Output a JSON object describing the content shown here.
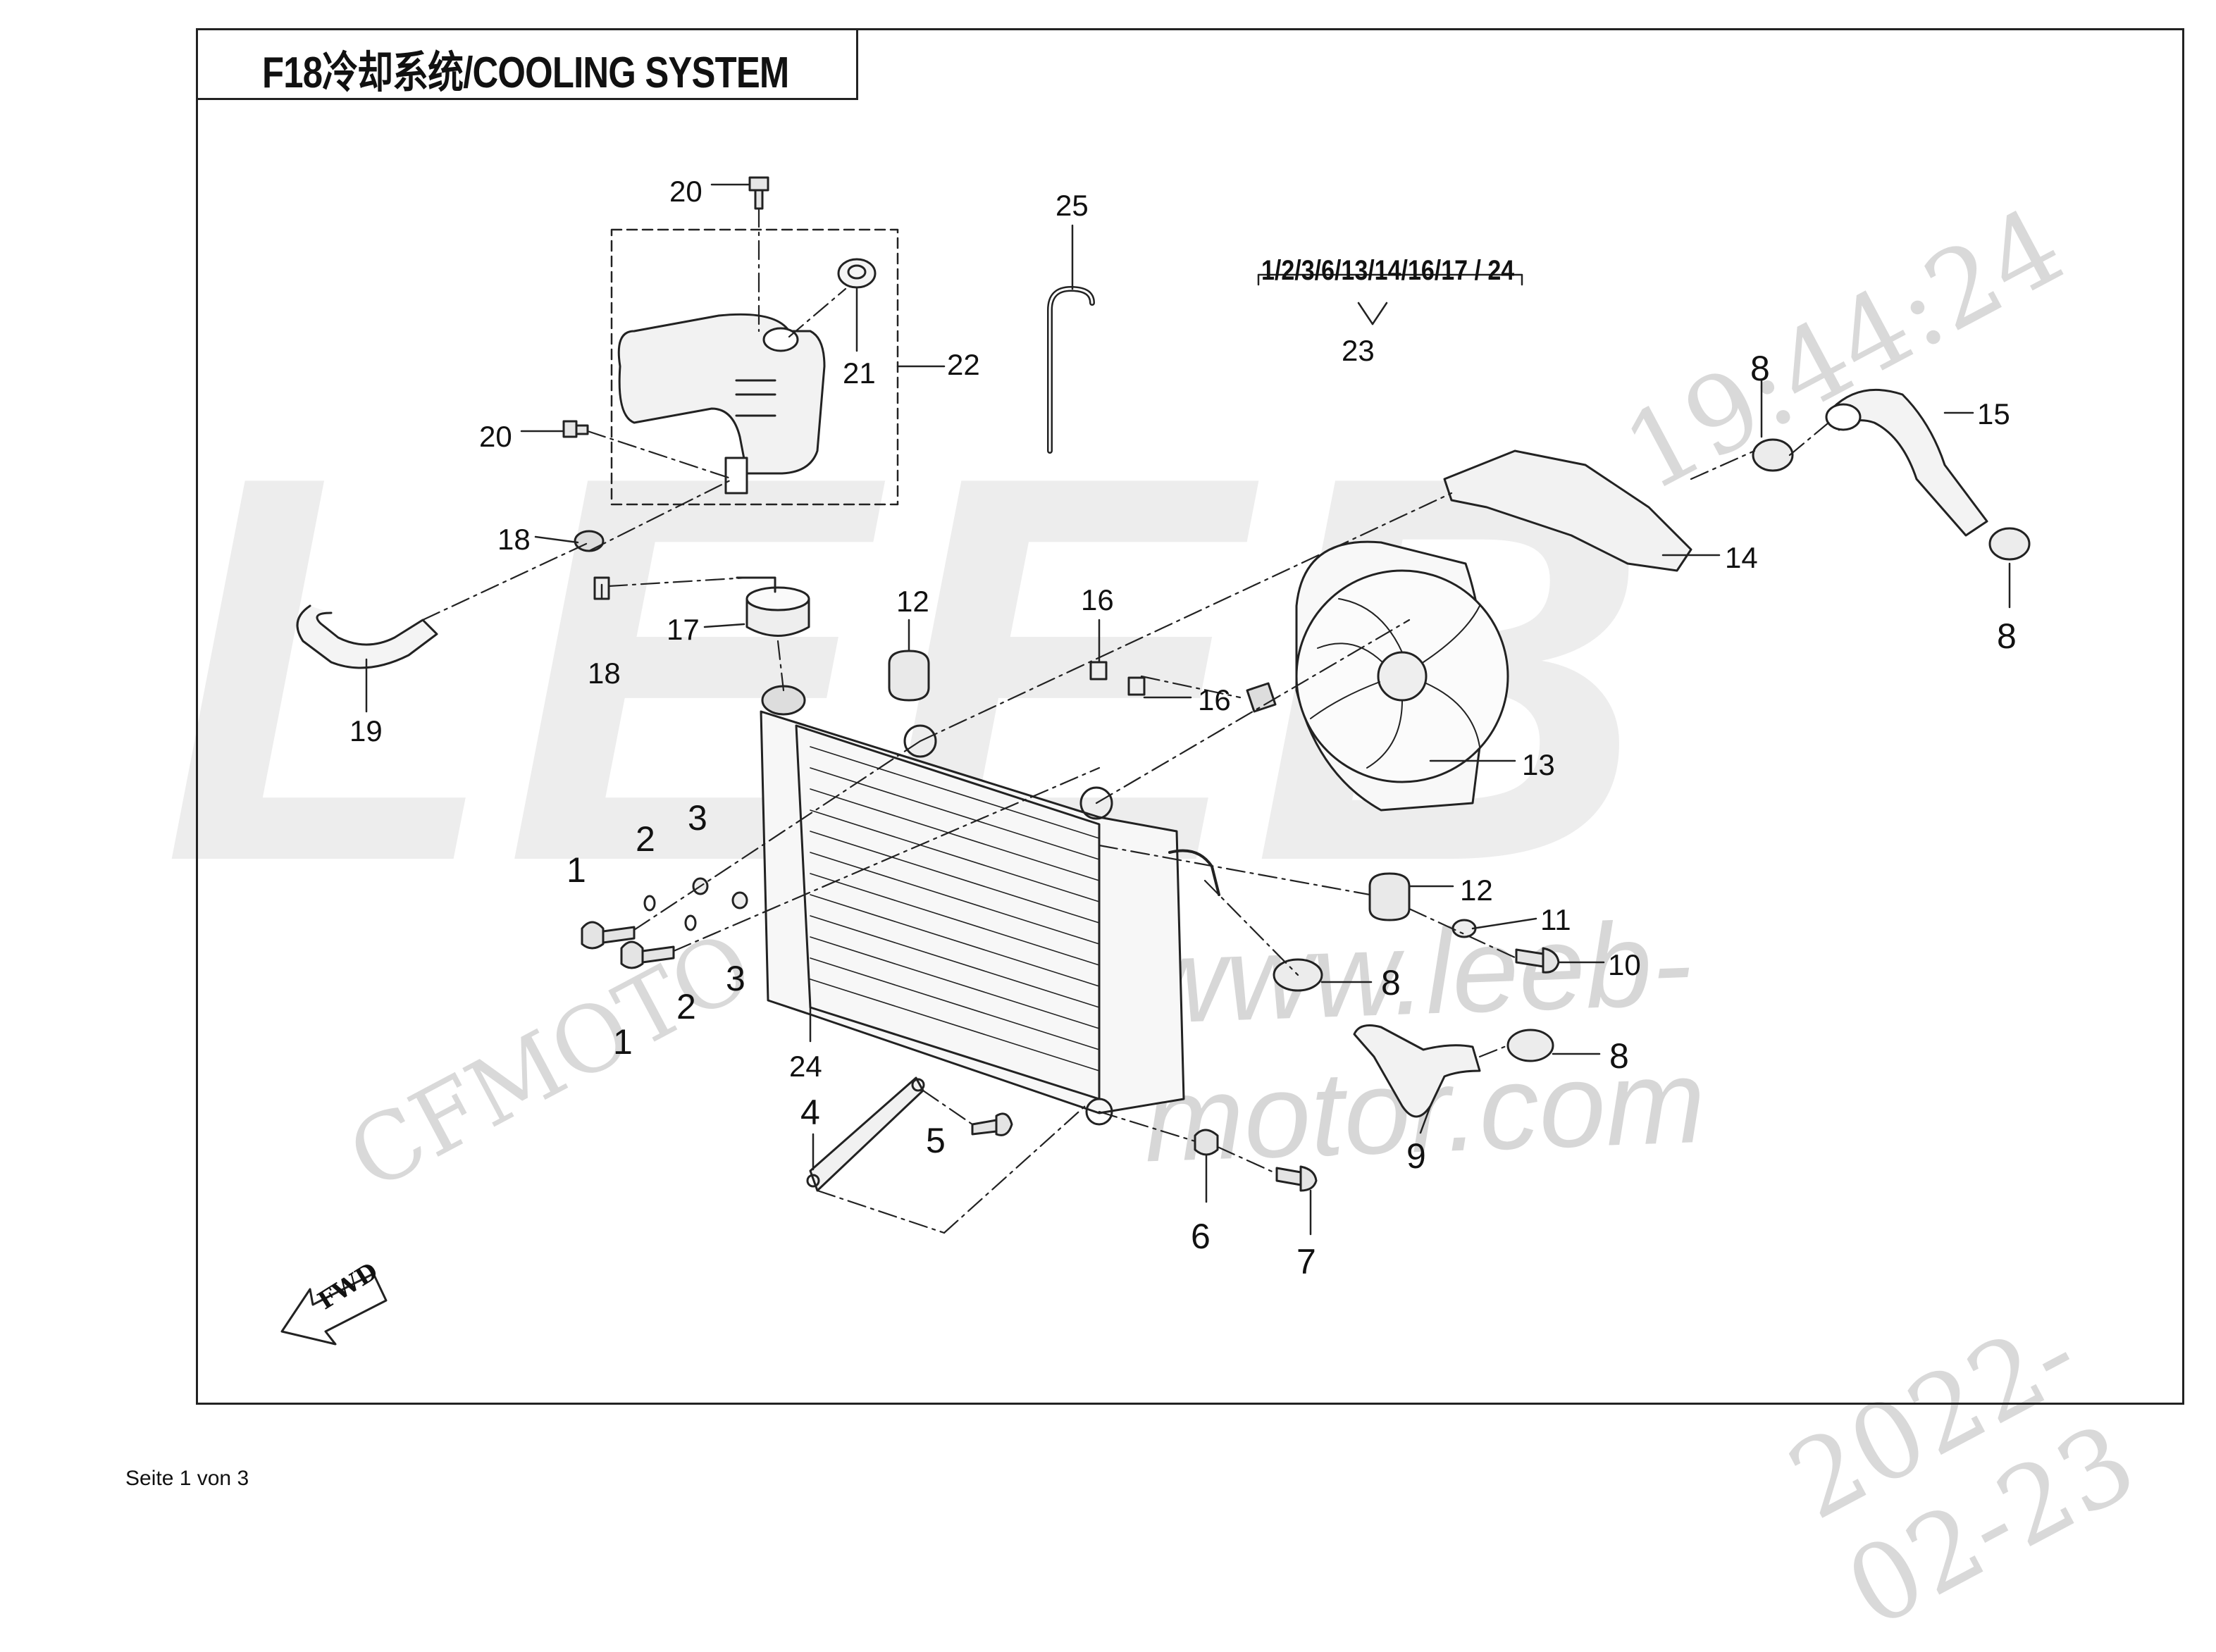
{
  "title": "F18冷却系统/COOLING SYSTEM",
  "footer": "Seite 1 von 3",
  "watermark": {
    "brand": "LEEB",
    "url": "www.leeb-motor.com",
    "stamp": "CFMOTO",
    "time": "19:44:24",
    "date": "2022-02-23"
  },
  "fwd_label": "FWD",
  "kit_label": "1/2/3/6/13/14/16/17 / 24",
  "callouts": [
    "1",
    "1",
    "2",
    "2",
    "3",
    "3",
    "4",
    "5",
    "6",
    "7",
    "8",
    "8",
    "8",
    "8",
    "9",
    "10",
    "11",
    "12",
    "12",
    "13",
    "14",
    "15",
    "16",
    "16",
    "17",
    "18",
    "18",
    "19",
    "20",
    "20",
    "21",
    "22",
    "23",
    "24",
    "25"
  ],
  "colors": {
    "line": "#222222",
    "frame": "#222222",
    "watermark": "#ededed"
  }
}
